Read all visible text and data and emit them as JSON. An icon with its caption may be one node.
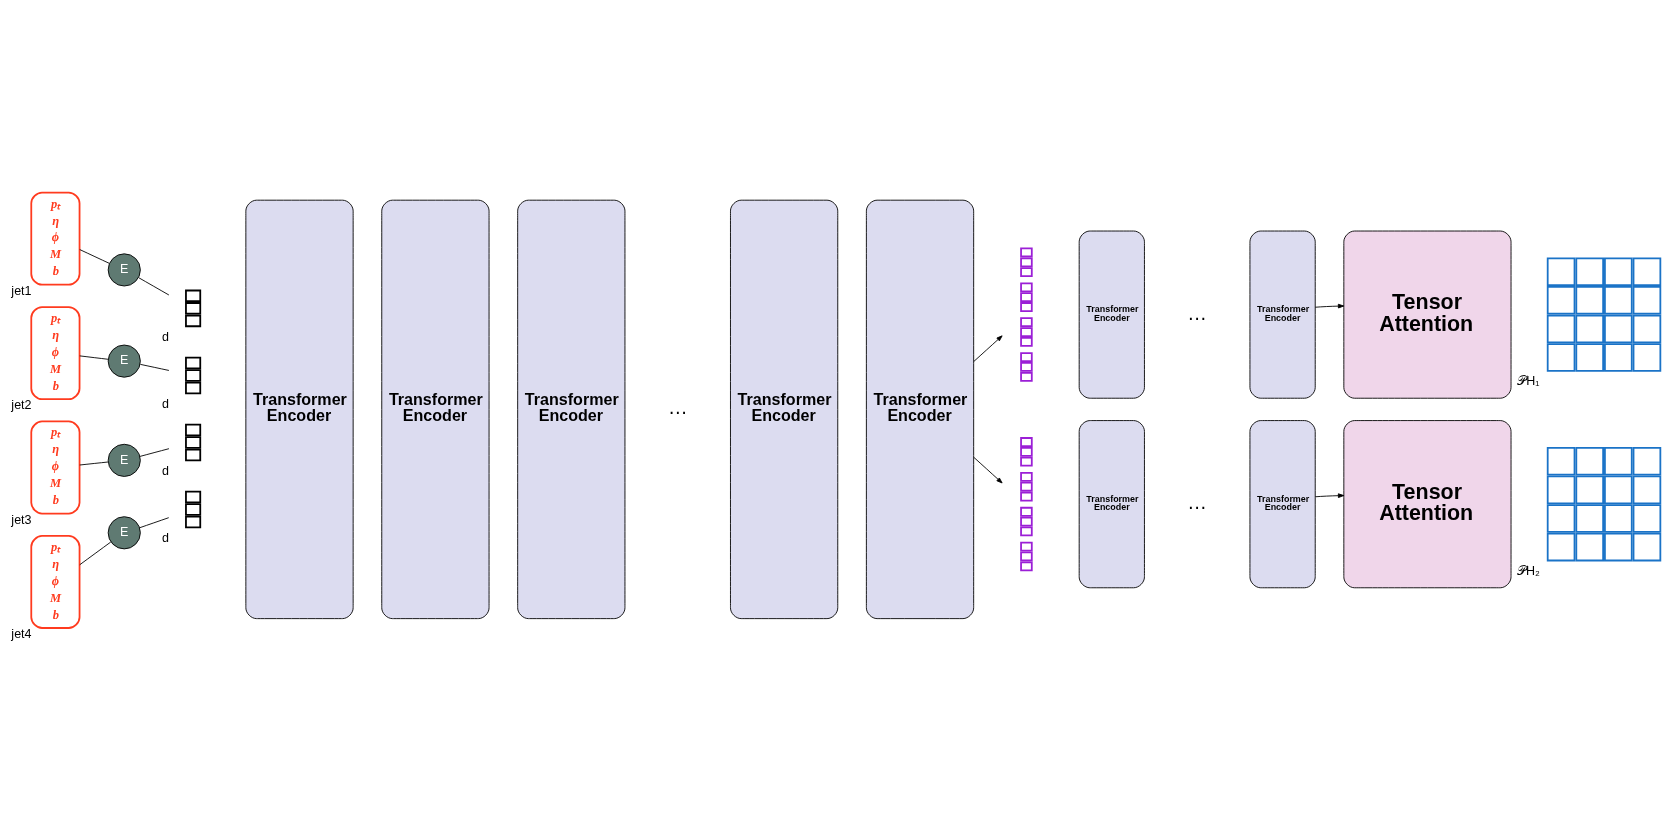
{
  "diagram": {
    "nodes": [
      {
        "text": [
          "pₜ η ϕ M b"
        ],
        "beside": [
          "jet1"
        ]
      },
      {
        "text": [
          "pₜ η ϕ M b"
        ],
        "beside": [
          "jet2"
        ]
      },
      {
        "text": [
          "pₜ η ϕ M b"
        ],
        "beside": [
          "jet3"
        ]
      },
      {
        "text": [
          "pₜ η ϕ M b"
        ],
        "beside": [
          "jet4"
        ]
      },
      {
        "text": [
          "E"
        ]
      },
      {
        "text": [
          "E"
        ]
      },
      {
        "text": [
          "E"
        ]
      },
      {
        "text": [
          "E"
        ]
      },
      {
        "text": [],
        "shape": "box",
        "beside": [
          "d"
        ]
      },
      {
        "text": [],
        "shape": "box",
        "beside": [
          "d"
        ]
      },
      {
        "text": [],
        "shape": "box",
        "beside": [
          "d"
        ]
      },
      {
        "text": [],
        "shape": "box",
        "beside": [
          "d"
        ]
      },
      {
        "text": [
          "Transformer Encoder"
        ]
      },
      {
        "text": [
          "Transformer Encoder"
        ]
      },
      {
        "text": [
          "Transformer Encoder"
        ]
      },
      {
        "text": [
          "Transformer Encoder"
        ]
      },
      {
        "text": [
          "Transformer Encoder"
        ]
      },
      {
        "text": [],
        "shape": "box"
      },
      {
        "text": [
          "Transformer Encoder"
        ]
      },
      {
        "text": [
          "Transformer Encoder"
        ]
      },
      {
        "text": [
          "Tensor Attention"
        ]
      },
      {
        "text": [],
        "shape": "box",
        "beside": [
          "𝒫H₁"
        ]
      },
      {
        "text": [],
        "shape": "box"
      },
      {
        "text": [
          "Transformer Encoder"
        ]
      },
      {
        "text": [
          "Transformer Encoder"
        ]
      },
      {
        "text": [
          "Tensor Attention"
        ]
      },
      {
        "text": [],
        "shape": "box",
        "beside": [
          "𝒫H₂"
        ]
      }
    ],
    "edges": [
      {
        "from": 0,
        "to": 4,
        "arrow": "none"
      },
      {
        "from": 4,
        "to": 8,
        "arrow": "none"
      },
      {
        "from": 1,
        "to": 5,
        "arrow": "none"
      },
      {
        "from": 5,
        "to": 9,
        "arrow": "none"
      },
      {
        "from": 2,
        "to": 6,
        "arrow": "none"
      },
      {
        "from": 6,
        "to": 10,
        "arrow": "none"
      },
      {
        "from": 3,
        "to": 7,
        "arrow": "none"
      },
      {
        "from": 7,
        "to": 11,
        "arrow": "none"
      },
      {
        "from": 16,
        "to": 17,
        "arrow": "to"
      },
      {
        "from": 16,
        "to": 22,
        "arrow": "to"
      },
      {
        "from": 19,
        "to": 20,
        "arrow": "to"
      },
      {
        "from": 24,
        "to": 25,
        "arrow": "to"
      }
    ],
    "labels": [
      "…",
      "…",
      "…"
    ]
  }
}
